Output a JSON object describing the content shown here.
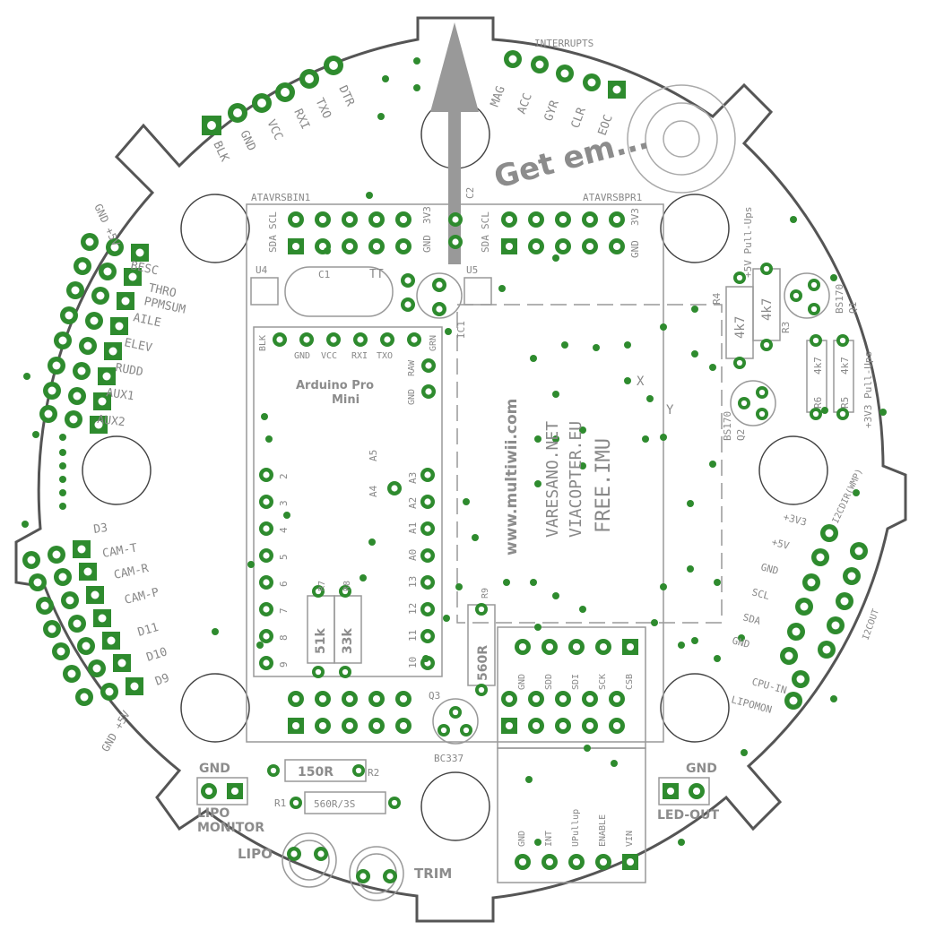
{
  "labels": {
    "blk": "BLK",
    "gnd": "GND",
    "vcc": "VCC",
    "rxi": "RXI",
    "txo": "TXO",
    "dtr": "DTR",
    "interrupts": "INTERRUPTS",
    "mag": "MAG",
    "acc": "ACC",
    "gyr": "GYR",
    "clr": "CLR",
    "eoc": "EOC",
    "get_em": "Get em...",
    "atavrsbin1": "ATAVRSBIN1",
    "atavrsbpr1": "ATAVRSBPR1",
    "sda": "SDA",
    "scl": "SCL",
    "v3": "3V3",
    "c1": "C1",
    "c2": "C2",
    "tt": "TT",
    "u4": "U4",
    "u5": "U5",
    "ic1": "IC1",
    "r4": "R4",
    "r3": "R3",
    "r5": "R5",
    "r6": "R6",
    "r7": "R7",
    "r8": "R8",
    "r9": "R9",
    "r1": "R1",
    "r2": "R2",
    "k4_7": "4k7",
    "k51": "51k",
    "k33": "33k",
    "r560": "560R",
    "r150": "150R",
    "r560_3s": "560R/3S",
    "pullups5": "+5V Pull-Ups",
    "pullups33": "+3V3 Pull-Ups",
    "bs170": "BS170",
    "q1": "Q1",
    "q2": "Q2",
    "q3": "Q3",
    "bc337": "BC337",
    "gnd_5v": "GND +5V",
    "besc": "BESC",
    "thro": "THRO",
    "ppmsum": "PPMSUM",
    "aile": "AILE",
    "elev": "ELEV",
    "rudd": "RUDD",
    "aux1": "AUX1",
    "aux2": "AUX2",
    "d3": "D3",
    "cam_t": "CAM-T",
    "cam_r": "CAM-R",
    "cam_p": "CAM-P",
    "d11": "D11",
    "d10": "D10",
    "d9": "D9",
    "gnd_plus5v": "GND +5V",
    "arduino": "Arduino Pro",
    "mini": "Mini",
    "grn": "GRN",
    "raw": "RAW",
    "a5": "A5",
    "a4": "A4",
    "a3": "A3",
    "a2": "A2",
    "a1": "A1",
    "a0": "A0",
    "p13": "13",
    "p12": "12",
    "p11": "11",
    "p10": "10",
    "p2": "2",
    "p3": "3",
    "p4": "4",
    "p5": "5",
    "p6": "6",
    "p7": "7",
    "p8": "8",
    "p9": "9",
    "multiwii": "www.multiwii.com",
    "varesano": "VARESANO.NET",
    "viacopter": "VIACOPTER.EU",
    "freeimu": "FREE.IMU",
    "x": "X",
    "y": "Y",
    "v33": "+3V3",
    "v5": "+5V",
    "scl2": "SCL",
    "sda2": "SDA",
    "i2cdirwmp": "I2CDIR(WMP)",
    "i2cout": "I2COUT",
    "cpu_in": "CPU-IN",
    "lipomon": "LIPOMON",
    "sdd": "SDD",
    "sdi": "SDI",
    "sck": "SCK",
    "csb": "CSB",
    "int": "INT",
    "upullup": "UPullup",
    "enable": "ENABLE",
    "vin": "VIN",
    "lipo_monitor_1": "LIPO",
    "lipo_monitor_2": "MONITOR",
    "lipo": "LIPO",
    "trim": "TRIM",
    "led_out": "LED-OUT"
  },
  "colors": {
    "pad": "#2e8b2e",
    "pad_hole": "#ffffff",
    "silk": "#8c8c8c",
    "outline": "#555555",
    "arrow": "#999999"
  }
}
